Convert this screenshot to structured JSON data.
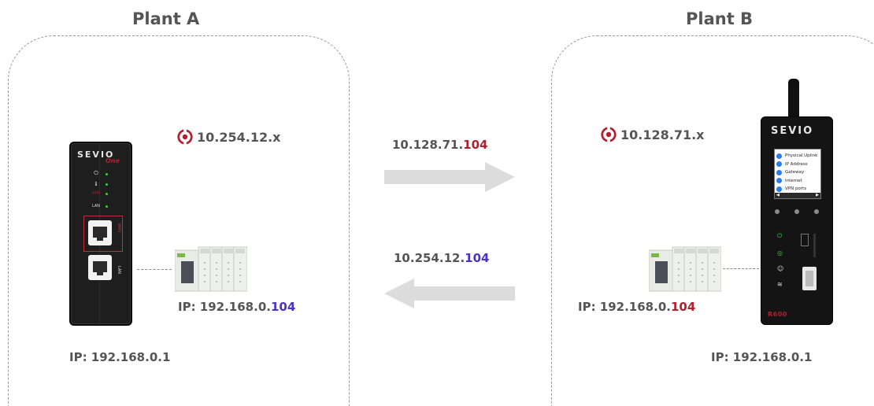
{
  "plant_a": {
    "title": "Plant A",
    "vpn_ip": "10.254.12.x",
    "plc_ip_prefix": "IP: 192.168.0.",
    "plc_ip_suffix": "104",
    "gateway_ip": "IP: 192.168.0.1",
    "device": {
      "brand": "SEVIO",
      "model": "One",
      "led_labels": [
        "⏻",
        "ℹ",
        "VPN",
        "LAN"
      ],
      "port_labels": [
        "WAN",
        "LAN"
      ]
    }
  },
  "plant_b": {
    "title": "Plant B",
    "vpn_ip": "10.128.71.x",
    "plc_ip_prefix": "IP: 192.168.0.",
    "plc_ip_suffix": "104",
    "gateway_ip": "IP: 192.168.0.1",
    "device": {
      "brand": "SEVIO",
      "model_badge": "R600",
      "screen_items": [
        "Physical Uplink",
        "IP Address",
        "Gateway",
        "Internet",
        "VPN ports"
      ]
    }
  },
  "links": {
    "forward": {
      "prefix": "10.128.71.",
      "suffix": "104"
    },
    "backward": {
      "prefix": "10.254.12.",
      "suffix": "104"
    }
  },
  "colors": {
    "brand_red": "#b0202e",
    "highlight_blue": "#4a33c8",
    "text_gray": "#555555",
    "arrow_gray": "#dcdcdc",
    "led_green": "#3ccf3c"
  }
}
